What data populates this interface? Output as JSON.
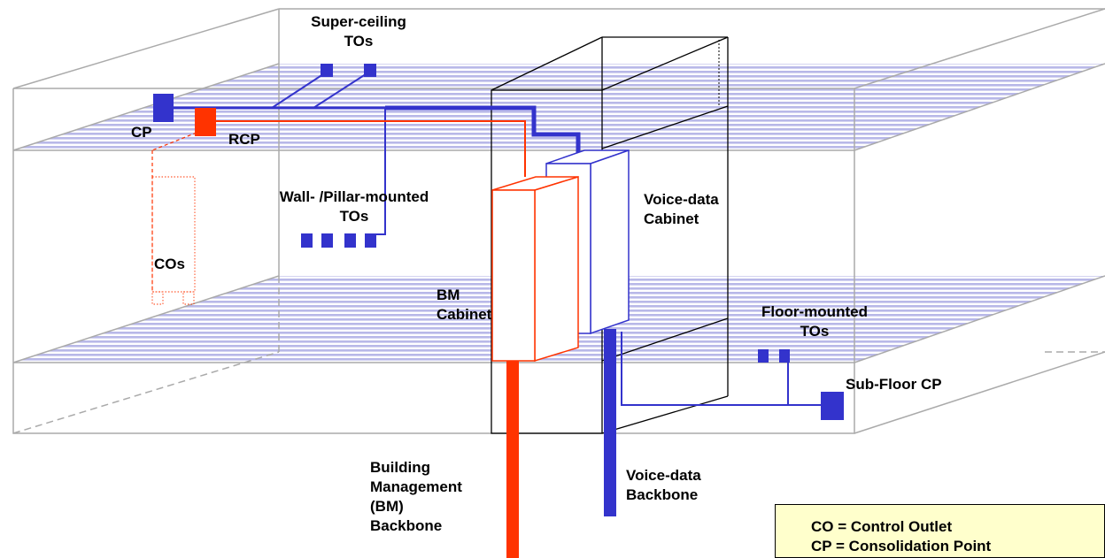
{
  "labels": {
    "super_ceiling_tos": [
      "Super-ceiling",
      "TOs"
    ],
    "cp": "CP",
    "rcp": "RCP",
    "wall_pillar_tos": [
      "Wall- /Pillar-mounted",
      "TOs"
    ],
    "cos": "COs",
    "bm_cabinet": [
      "BM",
      "Cabinet"
    ],
    "voice_data_cabinet": [
      "Voice-data",
      "Cabinet"
    ],
    "floor_mounted_tos": [
      "Floor-mounted",
      "TOs"
    ],
    "sub_floor_cp": "Sub-Floor CP",
    "bm_backbone": [
      "Building",
      "Management",
      "(BM)",
      "Backbone"
    ],
    "voice_data_backbone": [
      "Voice-data",
      "Backbone"
    ]
  },
  "legend": {
    "items": [
      "CO = Control Outlet",
      "CP = Consolidation Point"
    ]
  },
  "colors": {
    "voice_data": "#3333cc",
    "building_management": "#ff3300",
    "floor_stripe": "#b8b8e8",
    "structure": "#aaaaaa",
    "legend_bg": "#ffffcc"
  }
}
